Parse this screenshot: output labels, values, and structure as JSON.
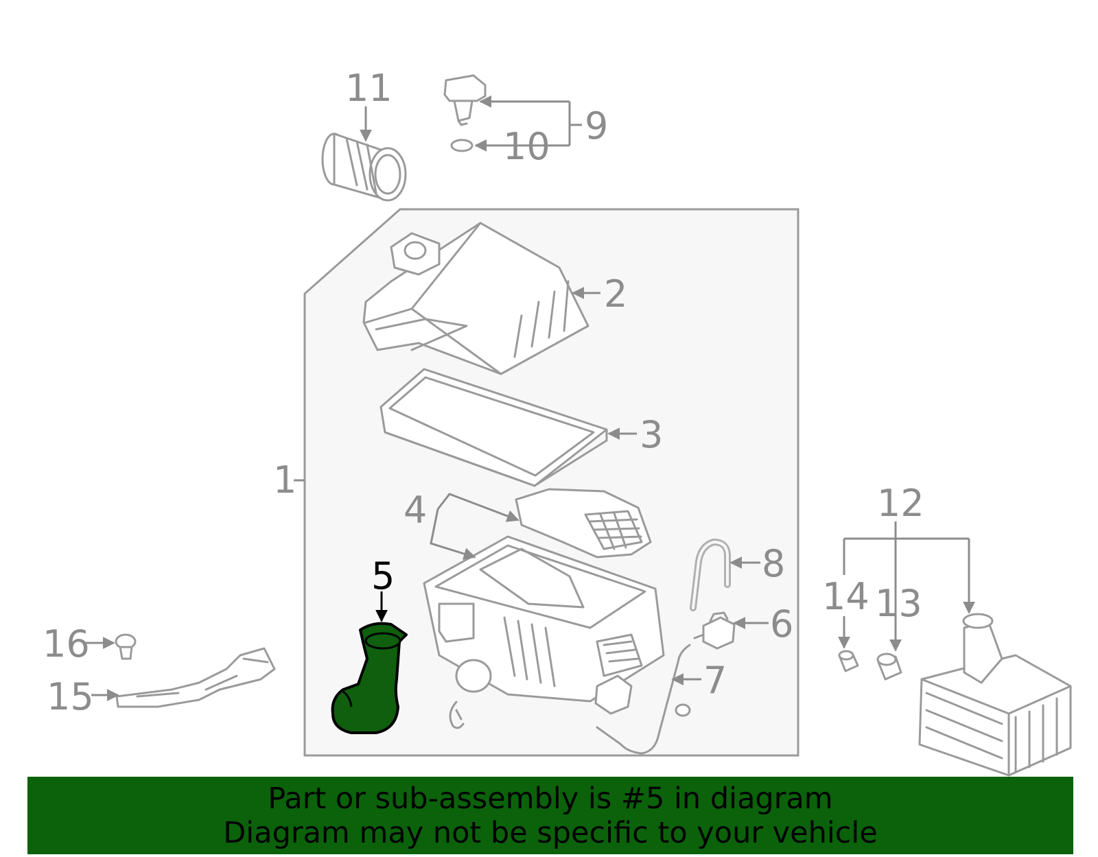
{
  "colors": {
    "highlight": "#0f5f0f",
    "banner": "#0b620b",
    "outline": "#9a9a9a",
    "callout": "#8c8c8c",
    "box_fill": "#f7f7f7"
  },
  "callouts": {
    "c1": "1",
    "c2": "2",
    "c3": "3",
    "c4": "4",
    "c5": "5",
    "c6": "6",
    "c7": "7",
    "c8": "8",
    "c9": "9",
    "c10": "10",
    "c11": "11",
    "c12": "12",
    "c13": "13",
    "c14": "14",
    "c15": "15",
    "c16": "16"
  },
  "highlighted_part": "5",
  "banner": {
    "line1": "Part or sub-assembly is #5 in diagram",
    "line2": "Diagram may not be specific to your vehicle"
  }
}
